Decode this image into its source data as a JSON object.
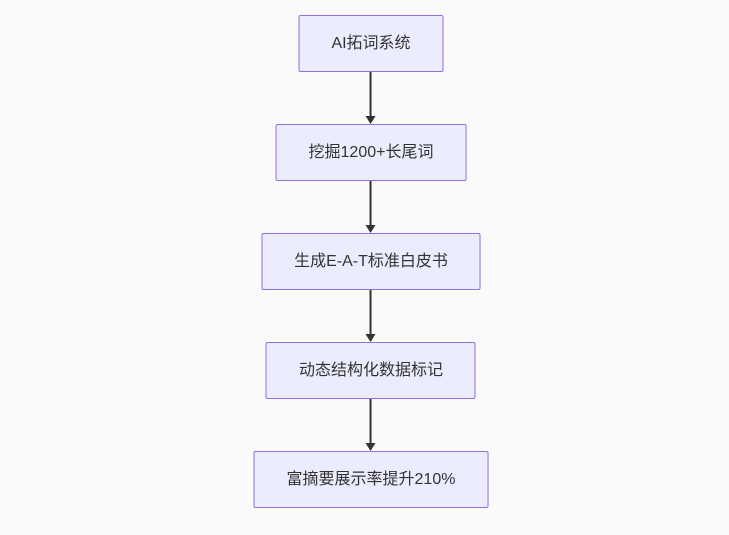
{
  "page": {
    "background_color": "#fafafa"
  },
  "flowchart": {
    "type": "flowchart-top-down",
    "colors": {
      "node_fill": "#ececff",
      "node_border": "#9370db",
      "text": "#333333",
      "arrow": "#333333"
    },
    "steps": [
      {
        "id": "step-1",
        "label": "AI拓词系统"
      },
      {
        "id": "step-2",
        "label": "挖掘1200+长尾词"
      },
      {
        "id": "step-3",
        "label": "生成E-A-T标准白皮书"
      },
      {
        "id": "step-4",
        "label": "动态结构化数据标记"
      },
      {
        "id": "step-5",
        "label": "富摘要展示率提升210%"
      }
    ],
    "connections": [
      {
        "from": "step-1",
        "to": "step-2",
        "style": "arrow-down"
      },
      {
        "from": "step-2",
        "to": "step-3",
        "style": "arrow-down"
      },
      {
        "from": "step-3",
        "to": "step-4",
        "style": "arrow-down"
      },
      {
        "from": "step-4",
        "to": "step-5",
        "style": "arrow-down"
      }
    ]
  }
}
